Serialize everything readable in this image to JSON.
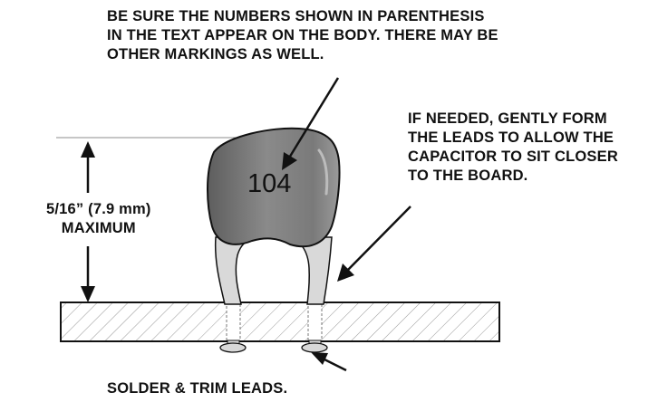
{
  "notes": {
    "top": [
      "BE SURE THE NUMBERS SHOWN IN PARENTHESIS",
      "IN THE TEXT APPEAR ON THE BODY. THERE MAY BE",
      "OTHER MARKINGS AS WELL."
    ],
    "right": [
      "IF NEEDED, GENTLY  FORM",
      "THE LEADS TO ALLOW THE",
      "CAPACITOR TO SIT CLOSER",
      "TO THE BOARD."
    ],
    "height": [
      "5/16” (7.9 mm)",
      "MAXIMUM"
    ],
    "bottom": "SOLDER & TRIM LEADS."
  },
  "capacitor": {
    "marking": "104"
  },
  "colors": {
    "body": "#7d7d7d",
    "leads": "#d9d9d9",
    "outline": "#111111"
  }
}
